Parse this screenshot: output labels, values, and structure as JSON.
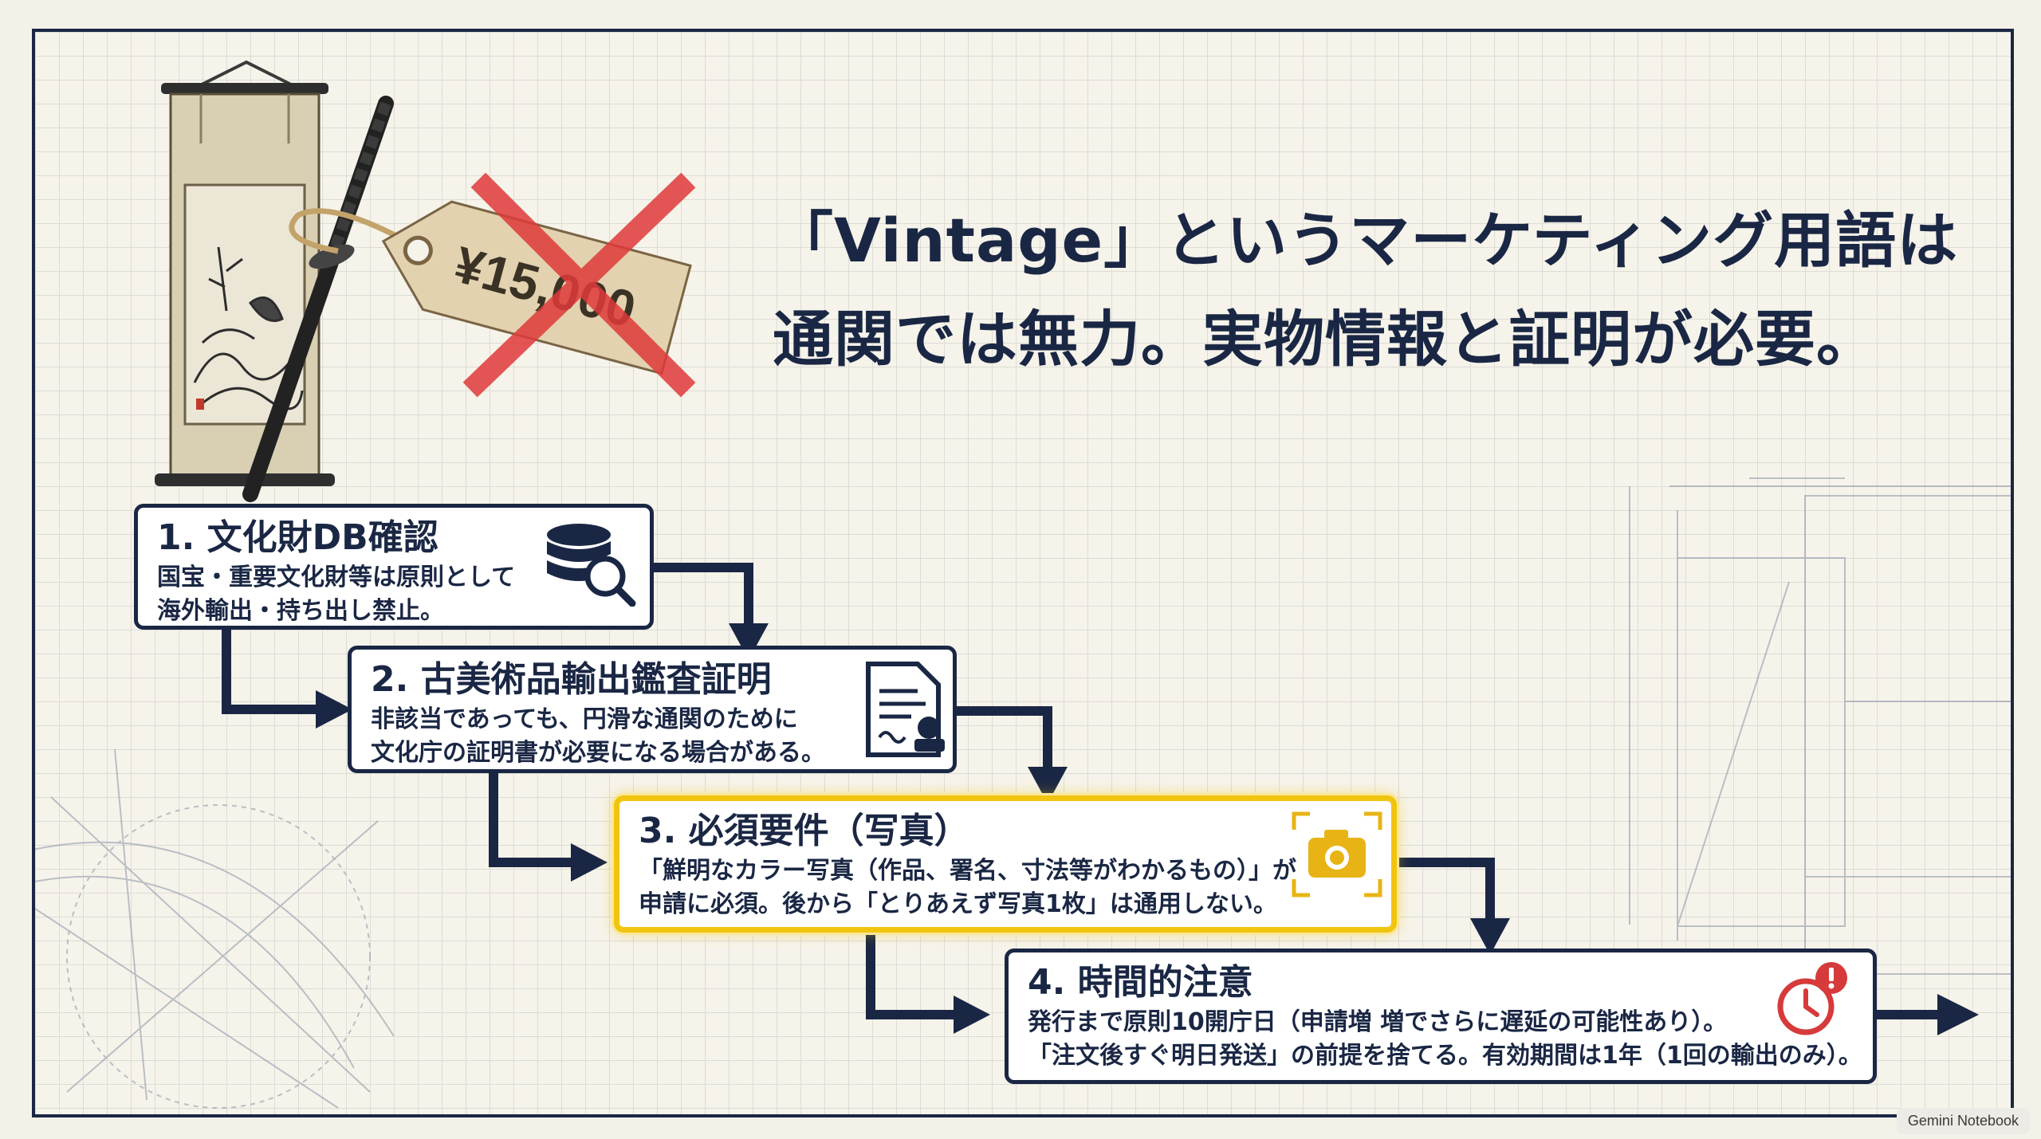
{
  "headline": {
    "line1": "「Vintage」というマーケティング用語は",
    "line2": "通関では無力。実物情報と証明が必要。"
  },
  "price_tag": {
    "text": "¥15,000"
  },
  "steps": [
    {
      "title": "1. 文化財DB確認",
      "line1": "国宝・重要文化財等は原則として",
      "line2": "海外輸出・持ち出し禁止。",
      "icon": "database-search-icon"
    },
    {
      "title": "2. 古美術品輸出鑑査証明",
      "line1": "非該当であっても、円滑な通関のために",
      "line2": "文化庁の証明書が必要になる場合がある。",
      "icon": "certificate-document-icon"
    },
    {
      "title": "3. 必須要件（写真）",
      "line1": "「鮮明なカラー写真（作品、署名、寸法等がわかるもの）」が",
      "line2": "申請に必須。後から「とりあえず写真1枚」は通用しない。",
      "icon": "camera-icon"
    },
    {
      "title": "4. 時間的注意",
      "line1": "発行まで原則10開庁日（申請増 増でさらに遅延の可能性あり）。",
      "line2": "「注文後すぐ明日発送」の前提を捨てる。有効期間は1年（1回の輸出のみ）。",
      "icon": "clock-alert-icon"
    }
  ],
  "watermark": "Gemini Notebook",
  "colors": {
    "navy": "#1a2744",
    "highlight": "#f1c40f",
    "alert": "#d63a3a",
    "background": "#f6f3ea"
  }
}
